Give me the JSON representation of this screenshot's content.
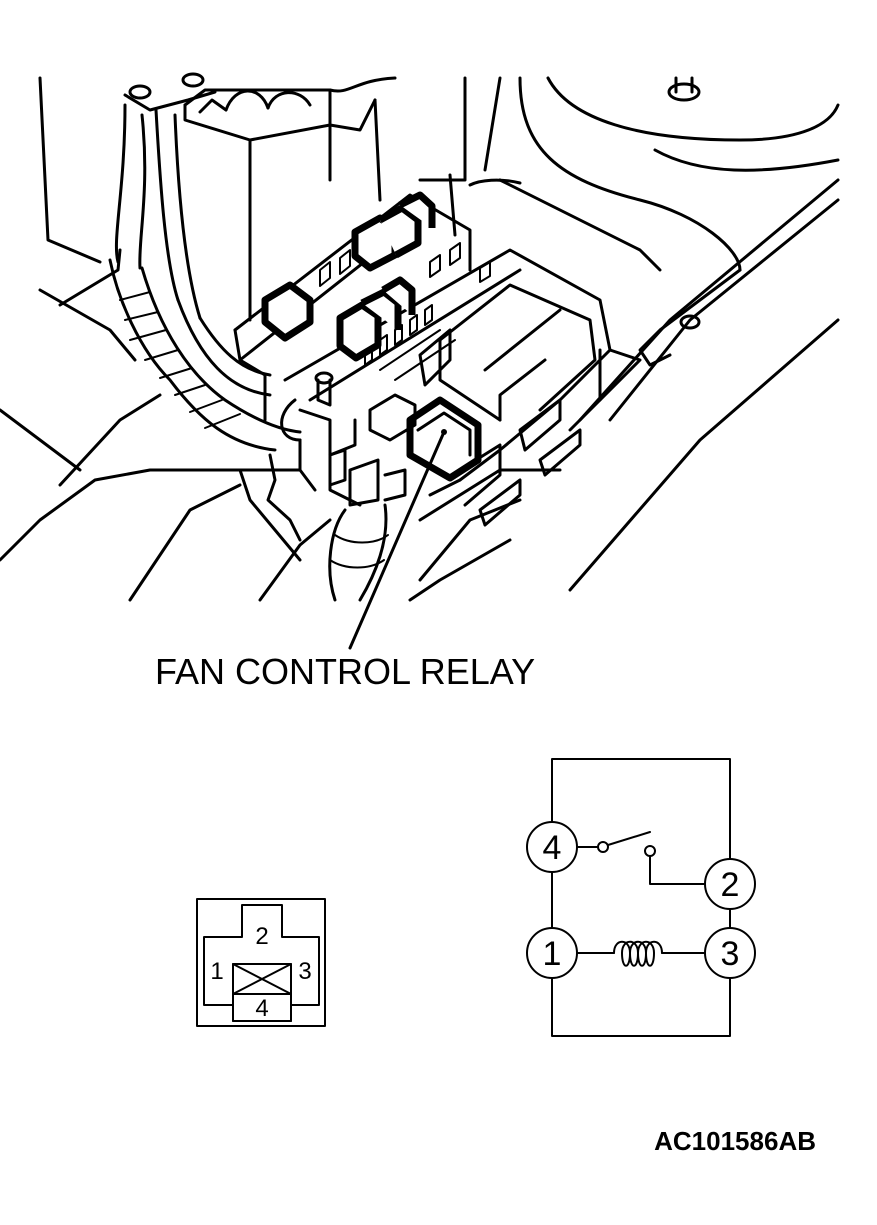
{
  "callout_label": "FAN CONTROL RELAY",
  "figure_code": "AC101586AB",
  "connector_pins": {
    "top": "2",
    "left": "1",
    "right": "3",
    "bottom": "4"
  },
  "schematic_terminals": {
    "switch_in": "4",
    "switch_out": "2",
    "coil_in": "1",
    "coil_out": "3"
  },
  "colors": {
    "ink": "#000000",
    "paper": "#ffffff"
  }
}
